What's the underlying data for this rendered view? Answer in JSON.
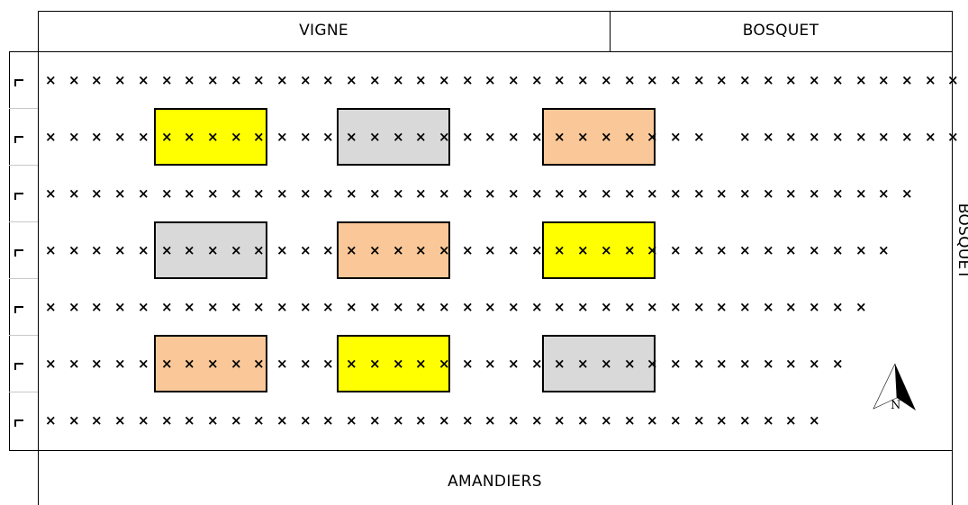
{
  "labels": {
    "top_left": "VIGNE",
    "top_right": "BOSQUET",
    "right": "BOSQUET",
    "bottom": "AMANDIERS",
    "north": "N"
  },
  "tree_symbol": "×",
  "colors": {
    "yellow": "#ffff00",
    "gray": "#d9d9d9",
    "peach": "#fac898",
    "border": "#000000",
    "guide": "#c8c8c8"
  },
  "rows": [
    {
      "trees": 40,
      "plots": []
    },
    {
      "trees": 39,
      "plots": [
        "yellow",
        "gray",
        "peach"
      ]
    },
    {
      "trees": 38,
      "plots": []
    },
    {
      "trees": 37,
      "plots": [
        "gray",
        "peach",
        "yellow"
      ]
    },
    {
      "trees": 36,
      "plots": []
    },
    {
      "trees": 35,
      "plots": [
        "peach",
        "yellow",
        "gray"
      ]
    },
    {
      "trees": 34,
      "plots": []
    }
  ]
}
